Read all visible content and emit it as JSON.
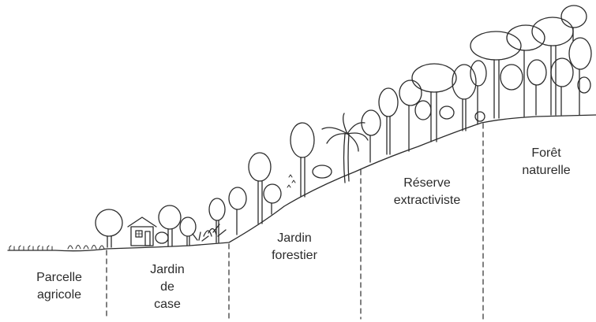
{
  "colors": {
    "ink": "#2b2b2b",
    "background": "#ffffff"
  },
  "zones": [
    {
      "id": "parcelle-agricole",
      "lines": [
        "Parcelle",
        "agricole"
      ]
    },
    {
      "id": "jardin-de-case",
      "lines": [
        "Jardin",
        "de",
        "case"
      ]
    },
    {
      "id": "jardin-forestier",
      "lines": [
        "Jardin",
        "forestier"
      ]
    },
    {
      "id": "reserve-extractiviste",
      "lines": [
        "Réserve",
        "extractiviste"
      ]
    },
    {
      "id": "foret-naturelle",
      "lines": [
        "Forêt",
        "naturelle"
      ]
    }
  ]
}
